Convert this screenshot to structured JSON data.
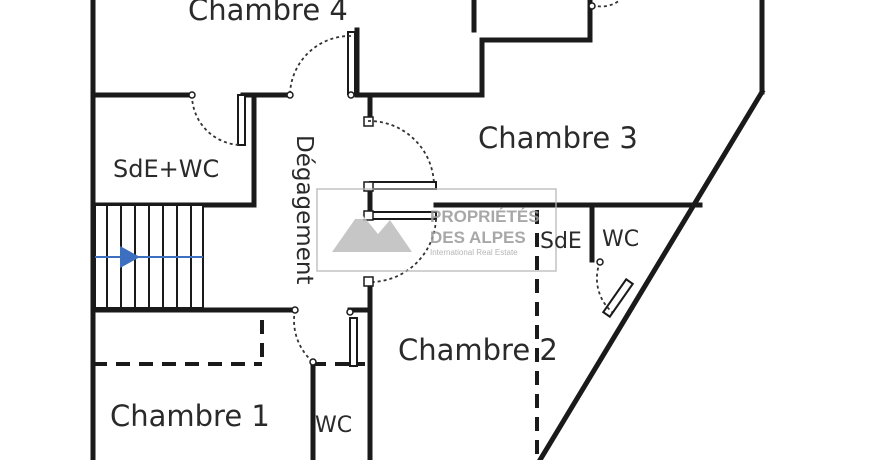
{
  "rooms": {
    "chambre4": "Chambre 4",
    "chambre3": "Chambre 3",
    "chambre2": "Chambre 2",
    "chambre1": "Chambre 1",
    "sde_wc": "SdE+WC",
    "sde": "SdE",
    "wc_right": "WC",
    "wc_bottom": "WC",
    "degagement": "Dégagement"
  },
  "watermark": {
    "line1": "PROPRIÉTÉS",
    "line2": "DES ALPES",
    "line3": "International Real Estate"
  },
  "colors": {
    "wall": "#1a1a1a",
    "stair_arrow": "#3d6fc0",
    "watermark": "#9a9a9a"
  }
}
